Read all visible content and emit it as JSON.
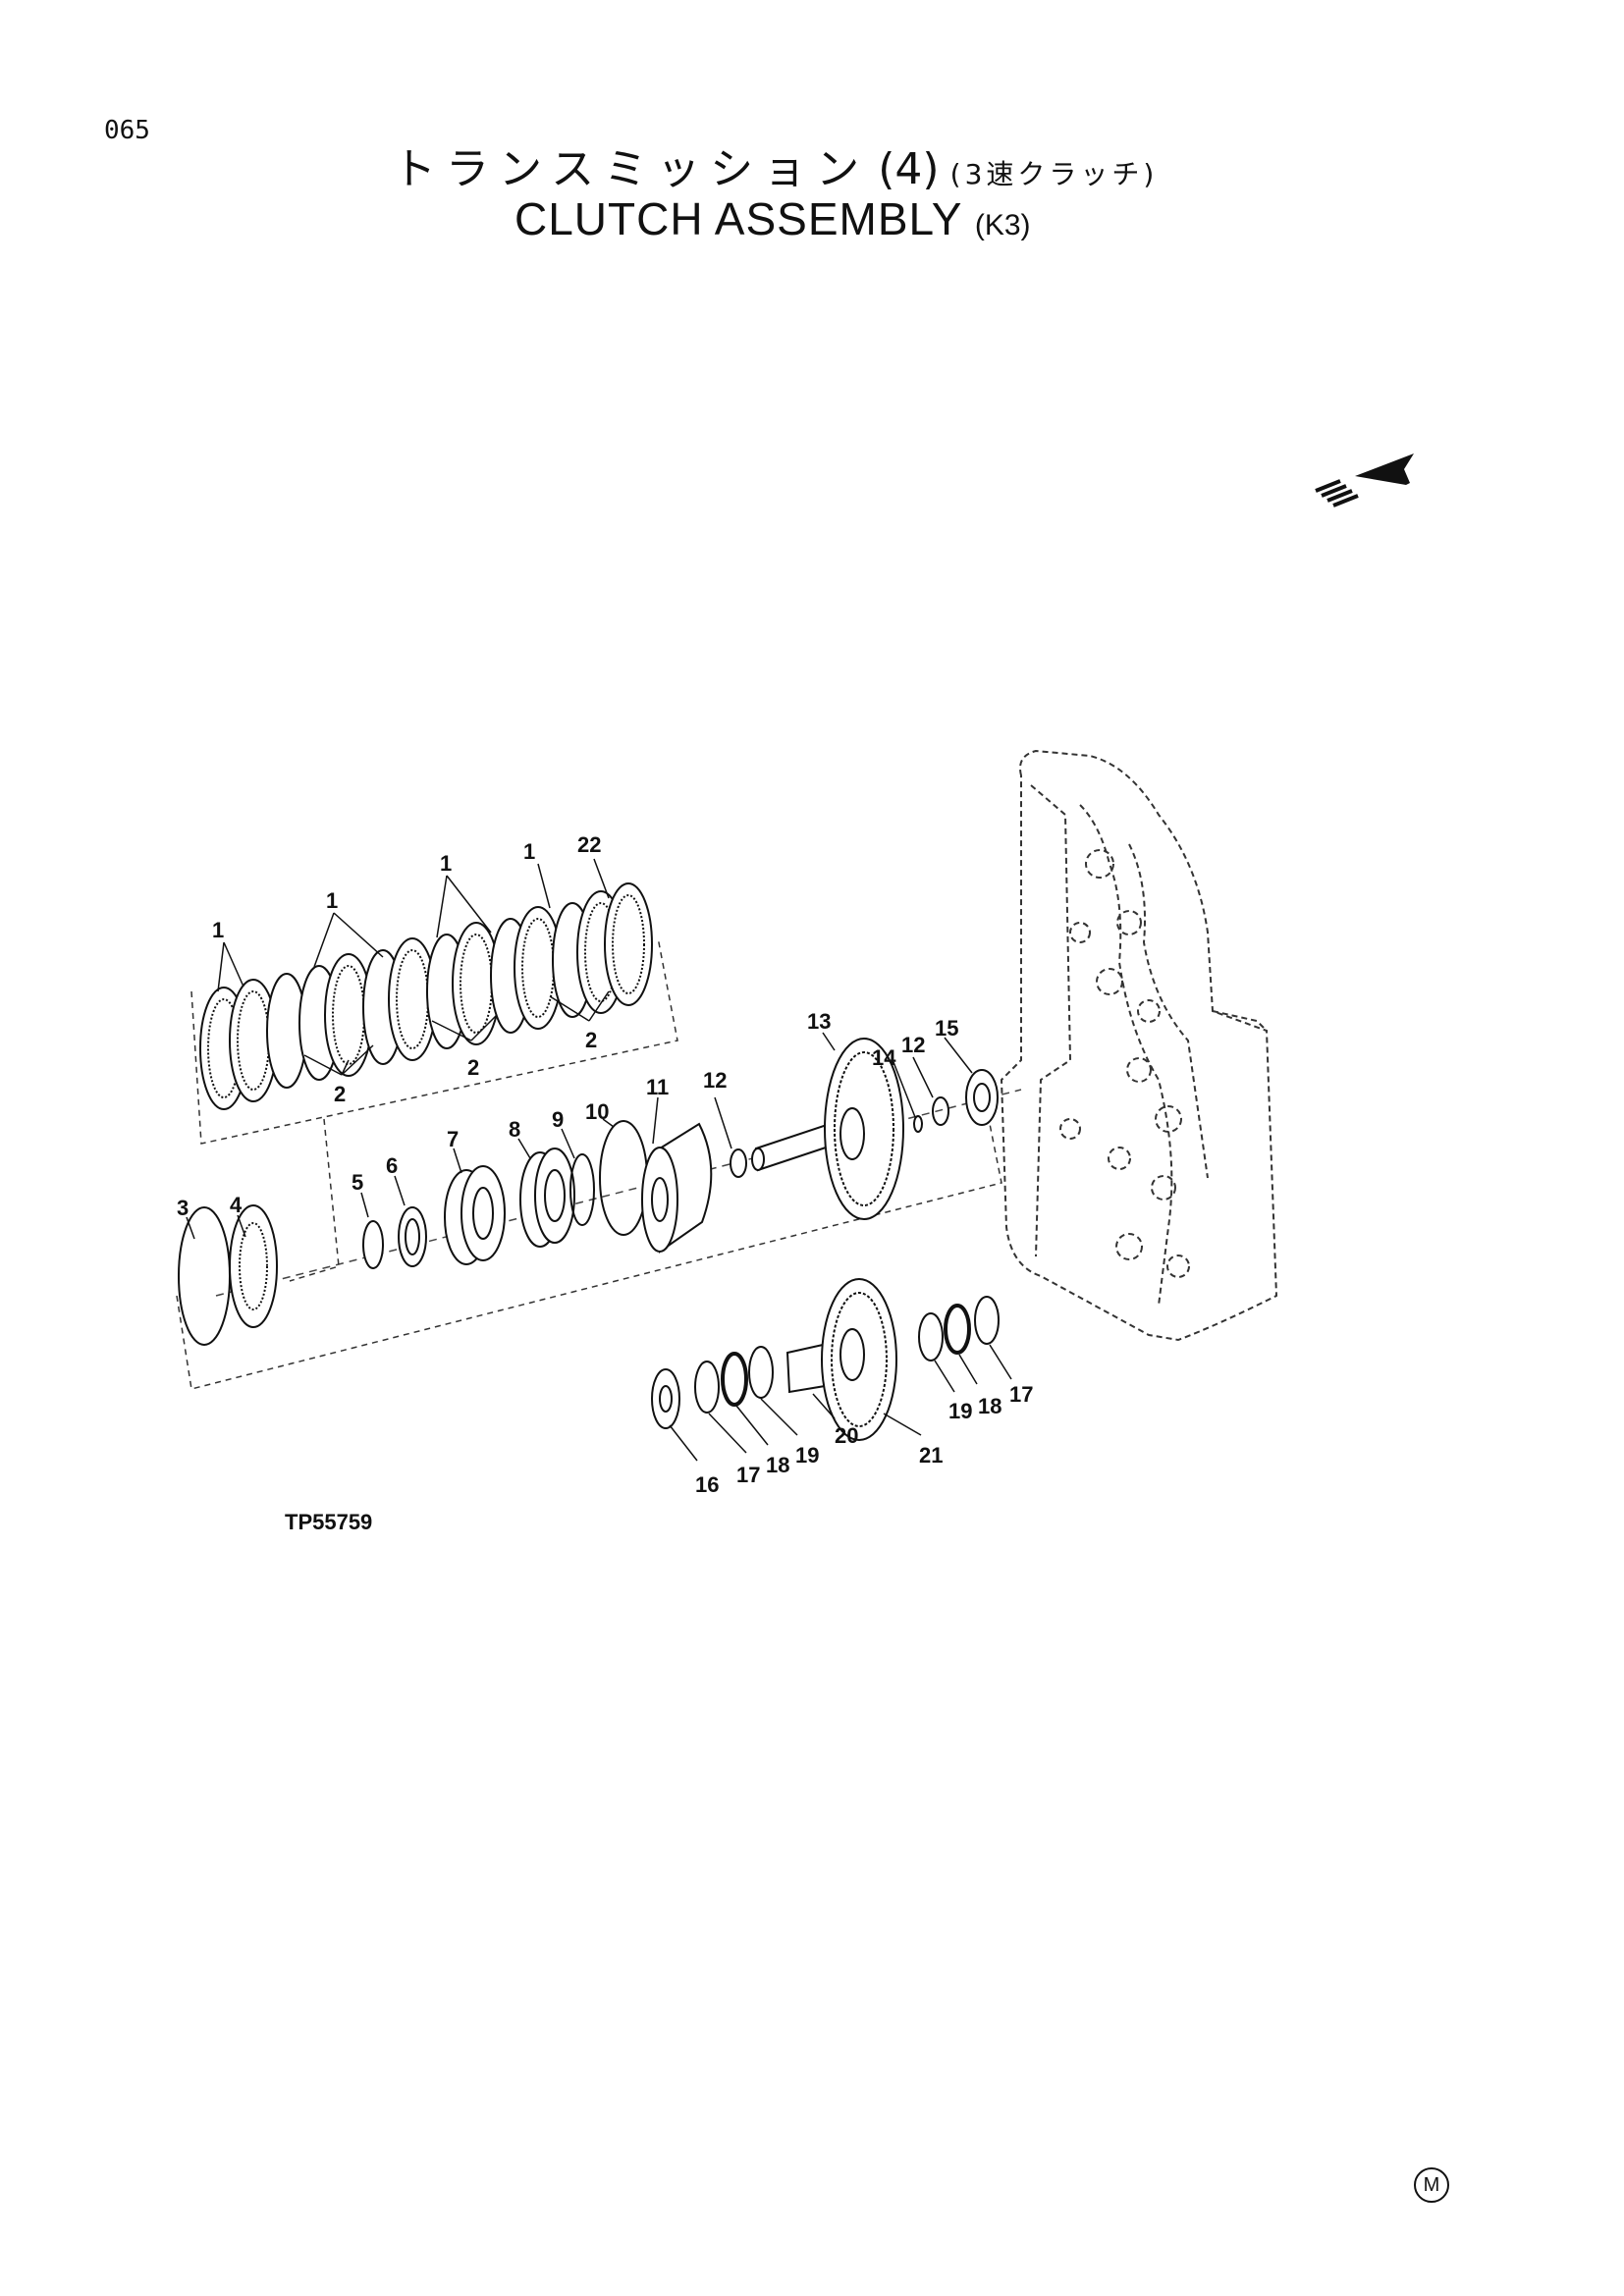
{
  "page_number": "065",
  "title": {
    "jp_main": "トランスミッション",
    "jp_number": "(4)",
    "jp_sub": "(3速クラッチ)",
    "en_main": "CLUTCH ASSEMBLY",
    "en_sub": "(K3)"
  },
  "figure_code": "TP55759",
  "corner_mark": "M",
  "callouts": [
    {
      "id": "c1a",
      "text": "1"
    },
    {
      "id": "c1b",
      "text": "1"
    },
    {
      "id": "c1c",
      "text": "1"
    },
    {
      "id": "c1d",
      "text": "1"
    },
    {
      "id": "c22",
      "text": "22"
    },
    {
      "id": "c2a",
      "text": "2"
    },
    {
      "id": "c2b",
      "text": "2"
    },
    {
      "id": "c2c",
      "text": "2"
    },
    {
      "id": "c3",
      "text": "3"
    },
    {
      "id": "c4",
      "text": "4"
    },
    {
      "id": "c5",
      "text": "5"
    },
    {
      "id": "c6",
      "text": "6"
    },
    {
      "id": "c7",
      "text": "7"
    },
    {
      "id": "c8",
      "text": "8"
    },
    {
      "id": "c9",
      "text": "9"
    },
    {
      "id": "c10",
      "text": "10"
    },
    {
      "id": "c11",
      "text": "11"
    },
    {
      "id": "c12a",
      "text": "12"
    },
    {
      "id": "c13",
      "text": "13"
    },
    {
      "id": "c14",
      "text": "14"
    },
    {
      "id": "c12b",
      "text": "12"
    },
    {
      "id": "c15",
      "text": "15"
    },
    {
      "id": "c16",
      "text": "16"
    },
    {
      "id": "c17a",
      "text": "17"
    },
    {
      "id": "c18a",
      "text": "18"
    },
    {
      "id": "c19a",
      "text": "19"
    },
    {
      "id": "c20",
      "text": "20"
    },
    {
      "id": "c21",
      "text": "21"
    },
    {
      "id": "c19b",
      "text": "19"
    },
    {
      "id": "c18b",
      "text": "18"
    },
    {
      "id": "c17b",
      "text": "17"
    }
  ]
}
